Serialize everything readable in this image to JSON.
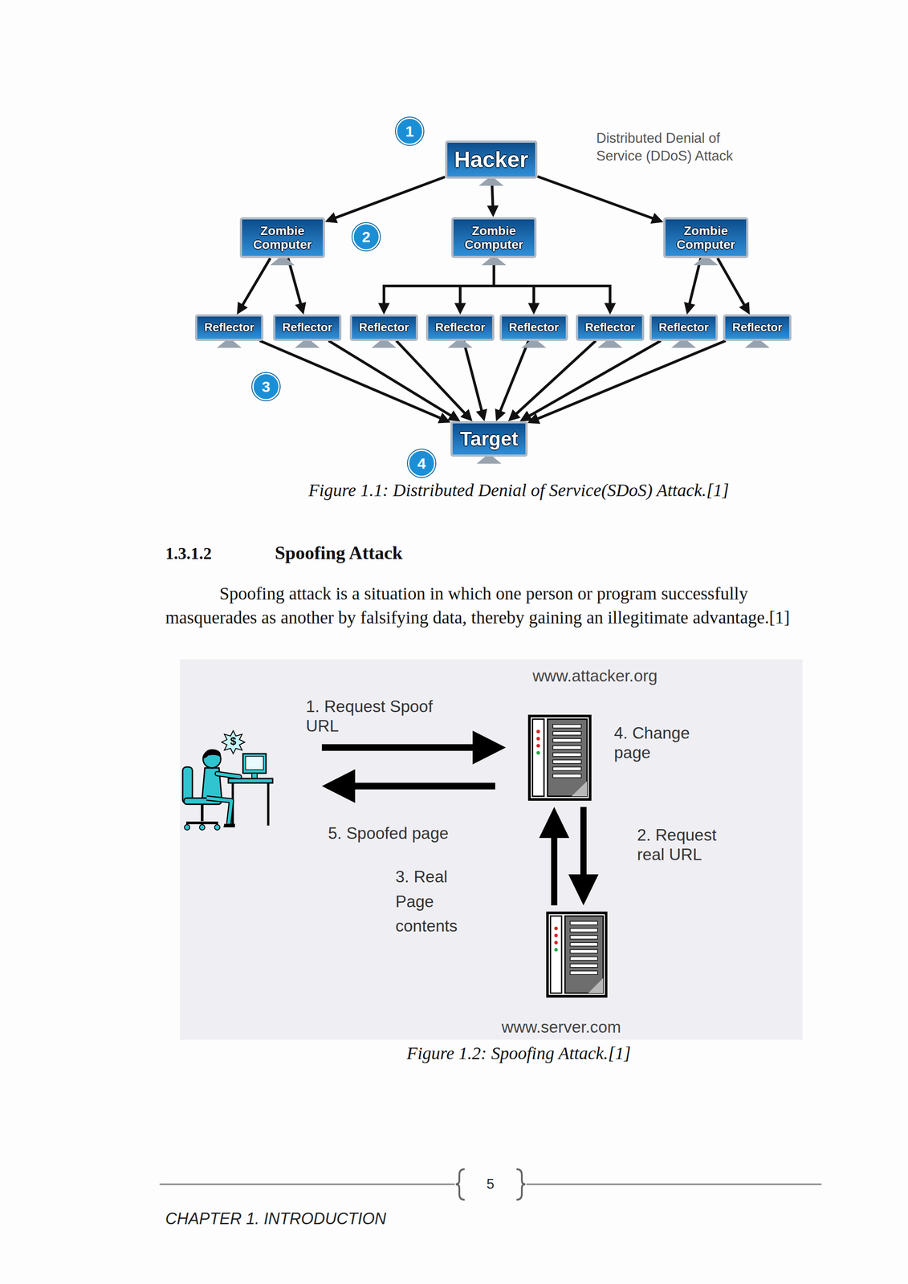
{
  "diagram": {
    "title": "Spoofing Attack",
    "caption": "Figure 1.2: Spoofing Attack.[1]",
    "nodes": [
      {
        "text": [
          "Hacker"
        ]
      },
      {
        "text": [
          "Zombie Computer"
        ]
      },
      {
        "text": [
          "Zombie Computer"
        ]
      },
      {
        "text": [
          "Zombie Computer"
        ]
      },
      {
        "text": [
          "Reflector"
        ]
      },
      {
        "text": [
          "Reflector"
        ]
      },
      {
        "text": [
          "Reflector"
        ]
      },
      {
        "text": [
          "Reflector"
        ]
      },
      {
        "text": [
          "Reflector"
        ]
      },
      {
        "text": [
          "Reflector"
        ]
      },
      {
        "text": [
          "Reflector"
        ]
      },
      {
        "text": [
          "Reflector"
        ]
      },
      {
        "text": [
          "Target"
        ]
      },
      {
        "text": [
          "www.attacker.org"
        ]
      },
      {
        "text": [
          "www.server.com"
        ]
      }
    ],
    "edges": [
      {
        "from": 0,
        "to": 1,
        "arrow": "to"
      },
      {
        "from": 0,
        "to": 2,
        "arrow": "to"
      },
      {
        "from": 0,
        "to": 3,
        "arrow": "to"
      },
      {
        "from": 1,
        "to": 4,
        "arrow": "to"
      },
      {
        "from": 1,
        "to": 5,
        "arrow": "to"
      },
      {
        "from": 2,
        "to": 6,
        "arrow": "to"
      },
      {
        "from": 2,
        "to": 7,
        "arrow": "to"
      },
      {
        "from": 2,
        "to": 8,
        "arrow": "to"
      },
      {
        "from": 2,
        "to": 9,
        "arrow": "to"
      },
      {
        "from": 3,
        "to": 10,
        "arrow": "to"
      },
      {
        "from": 3,
        "to": 11,
        "arrow": "to"
      },
      {
        "from": 4,
        "to": 12,
        "arrow": "to"
      },
      {
        "from": 5,
        "to": 12,
        "arrow": "to"
      },
      {
        "from": 6,
        "to": 12,
        "arrow": "to"
      },
      {
        "from": 7,
        "to": 12,
        "arrow": "to"
      },
      {
        "from": 8,
        "to": 12,
        "arrow": "to"
      },
      {
        "from": 9,
        "to": 12,
        "arrow": "to"
      },
      {
        "from": 10,
        "to": 12,
        "arrow": "to"
      },
      {
        "from": 11,
        "to": 12,
        "arrow": "to"
      },
      {
        "from": 13,
        "to": 14,
        "label": "2. Request real URL",
        "arrow": "to"
      },
      {
        "from": 14,
        "to": 13,
        "label": "3. Real Page contents",
        "arrow": "to"
      }
    ],
    "labels": [
      "1",
      "2",
      "3",
      "4",
      "Distributed Denial of Service (DDoS) Attack",
      "Figure 1.1: Distributed Denial of Service(SDoS) Attack.[1]",
      "1.3.1.2",
      "Spoofing attack is a situation in which one person or program successfully masquerades as another by falsifying data, thereby gaining an illegitimate advantage.[1]",
      "1. Request Spoof URL",
      "5. Spoofed page",
      "4. Change page",
      "5",
      "CHAPTER 1. INTRODUCTION",
      "$"
    ]
  }
}
